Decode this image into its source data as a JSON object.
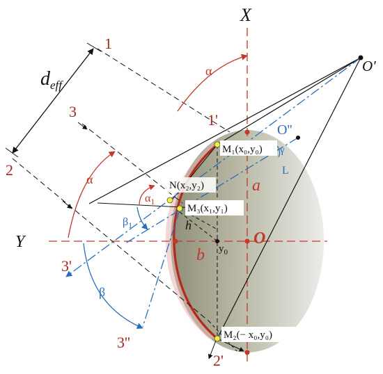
{
  "labels": {
    "axis_x": "X",
    "axis_y": "Y",
    "origin": "O",
    "o_prime": "O'",
    "o_double_prime": "O''",
    "d_eff": "d",
    "d_eff_sub": "eff",
    "ray_1": "1",
    "ray_2": "2",
    "ray_3": "3",
    "pt_1p": "1'",
    "pt_2p": "2'",
    "pt_3p": "3'",
    "pt_3pp": "3''",
    "alpha_top": "α",
    "alpha_left": "α",
    "alpha_1": "α",
    "alpha_1_sub": "1",
    "beta": "β",
    "beta_1": "β",
    "beta_1_sub": "1",
    "gamma": "γ",
    "L": "L",
    "h": "h",
    "a": "a",
    "b": "b",
    "y0": "y",
    "y0_sub": "0",
    "M1": "M₁(x₀,y₀)",
    "M2": "M₂(− x₀,y₀)",
    "M3": "M₃(x₁,y₁)",
    "N": "N(x₂,y₂)"
  },
  "colors": {
    "red": "#c0392b",
    "dark_red": "#a0281e",
    "blue": "#2a6ebb",
    "black": "#111111",
    "shade": "#b7b7a4",
    "point_yellow": "#f3ef3a"
  }
}
